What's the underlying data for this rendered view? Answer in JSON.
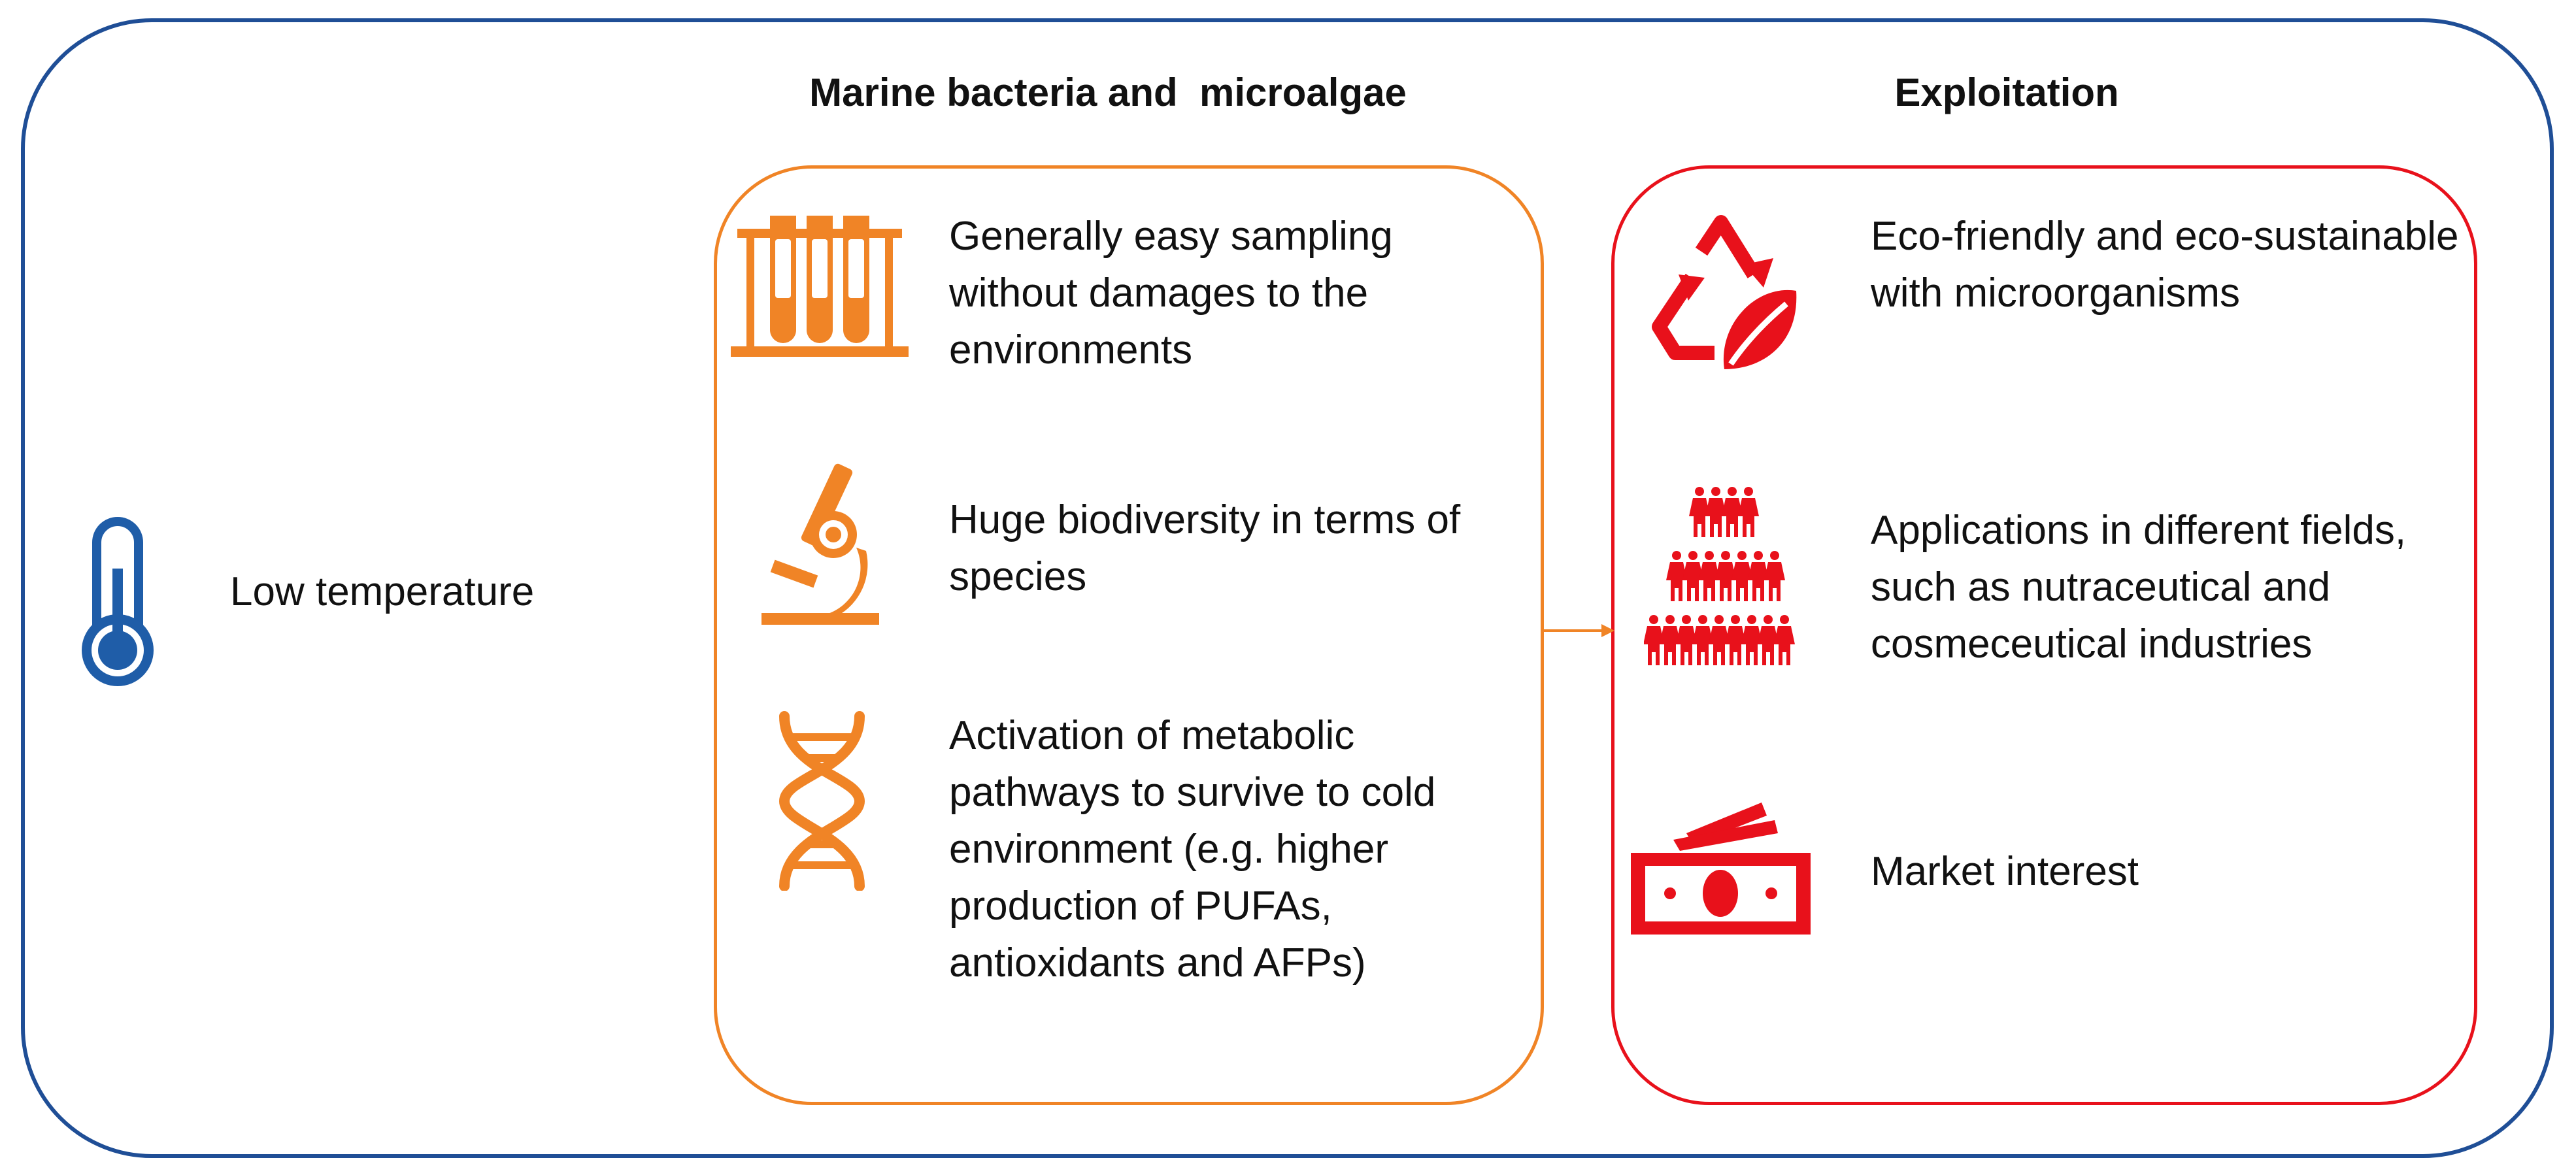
{
  "outer_label": "Low temperature",
  "headings": {
    "marine": "Marine bacteria and  microalgae",
    "exploitation": "Exploitation"
  },
  "marine_items": [
    {
      "icon": "test-tubes-icon",
      "text": "Generally easy sampling without damages to the environments"
    },
    {
      "icon": "microscope-icon",
      "text": "Huge biodiversity in terms of species"
    },
    {
      "icon": "dna-icon",
      "text": "Activation of metabolic pathways to survive to cold environment (e.g. higher production of PUFAs, antioxidants and AFPs)"
    }
  ],
  "exploitation_items": [
    {
      "icon": "recycle-leaf-icon",
      "text": "Eco-friendly and eco-sustainable with microorganisms"
    },
    {
      "icon": "people-pyramid-icon",
      "text": "Applications in different fields, such as nutraceutical and cosmeceutical industries"
    },
    {
      "icon": "money-icon",
      "text": "Market interest"
    }
  ],
  "colors": {
    "outer_border": "#1f4e96",
    "marine": "#f08426",
    "exploitation": "#e8111b",
    "thermometer": "#1f5da8"
  }
}
